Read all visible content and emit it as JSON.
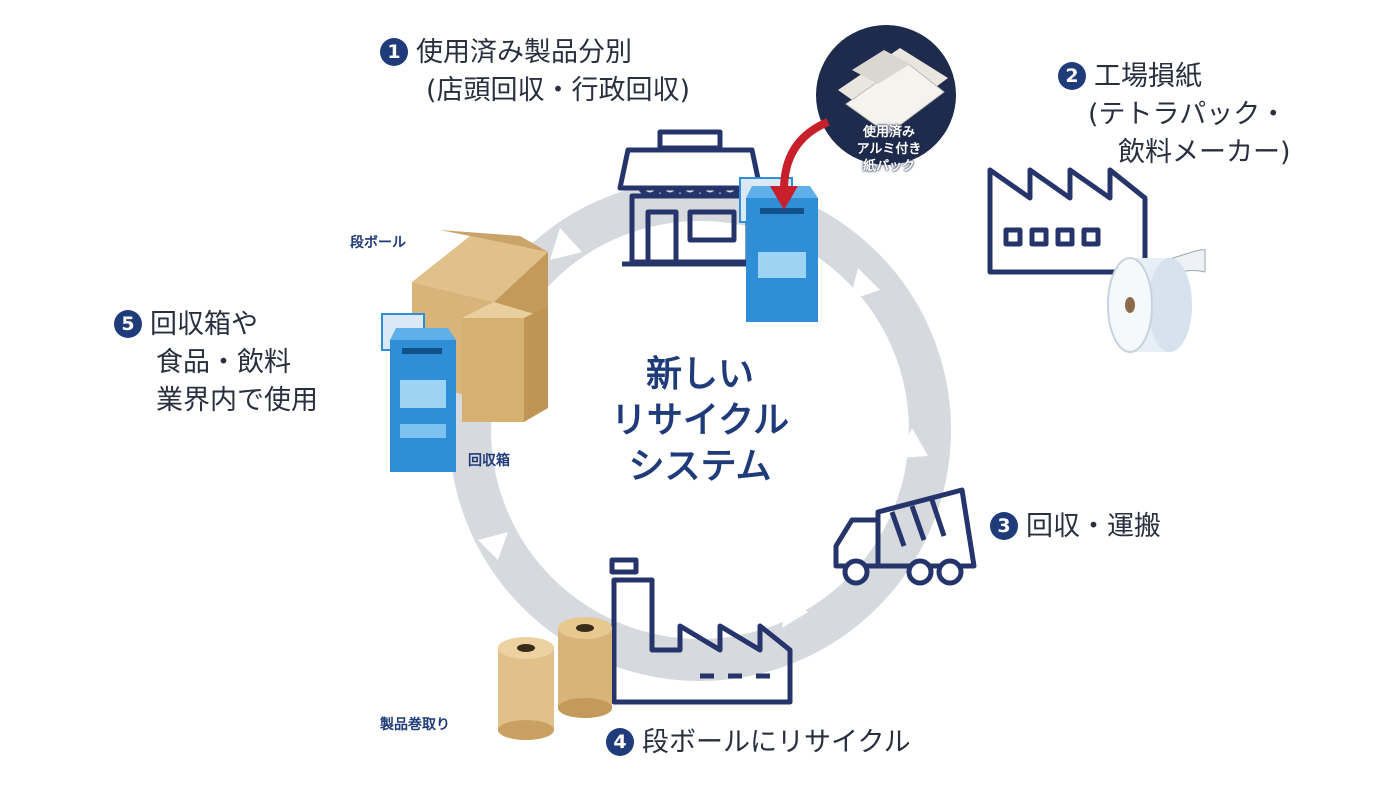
{
  "center": {
    "title_lines": [
      "新しい",
      "リサイクル",
      "システム"
    ]
  },
  "steps": [
    {
      "number": "1",
      "lines": [
        "使用済み製品分別",
        "(店頭回収・行政回収)"
      ]
    },
    {
      "number": "2",
      "lines": [
        "工場損紙",
        "(テトラパック・",
        "飲料メーカー)"
      ]
    },
    {
      "number": "3",
      "lines": [
        "回収・運搬"
      ]
    },
    {
      "number": "4",
      "lines": [
        "段ボールにリサイクル"
      ]
    },
    {
      "number": "5",
      "lines": [
        "回収箱や",
        "食品・飲料",
        "業界内で使用"
      ]
    }
  ],
  "photo_label_lines": [
    "使用済み",
    "アルミ付き",
    "紙パック"
  ],
  "tags": {
    "cardboard": "段ボール",
    "collection_box": "回収箱",
    "product_roll": "製品巻取り"
  },
  "colors": {
    "navy": "#1f3b7a",
    "icon_line": "#25356b",
    "ring": "#d6d9de",
    "box_blue": "#2e8ed6",
    "cardboard": "#d8b47a",
    "arrow_red": "#c8202a"
  }
}
